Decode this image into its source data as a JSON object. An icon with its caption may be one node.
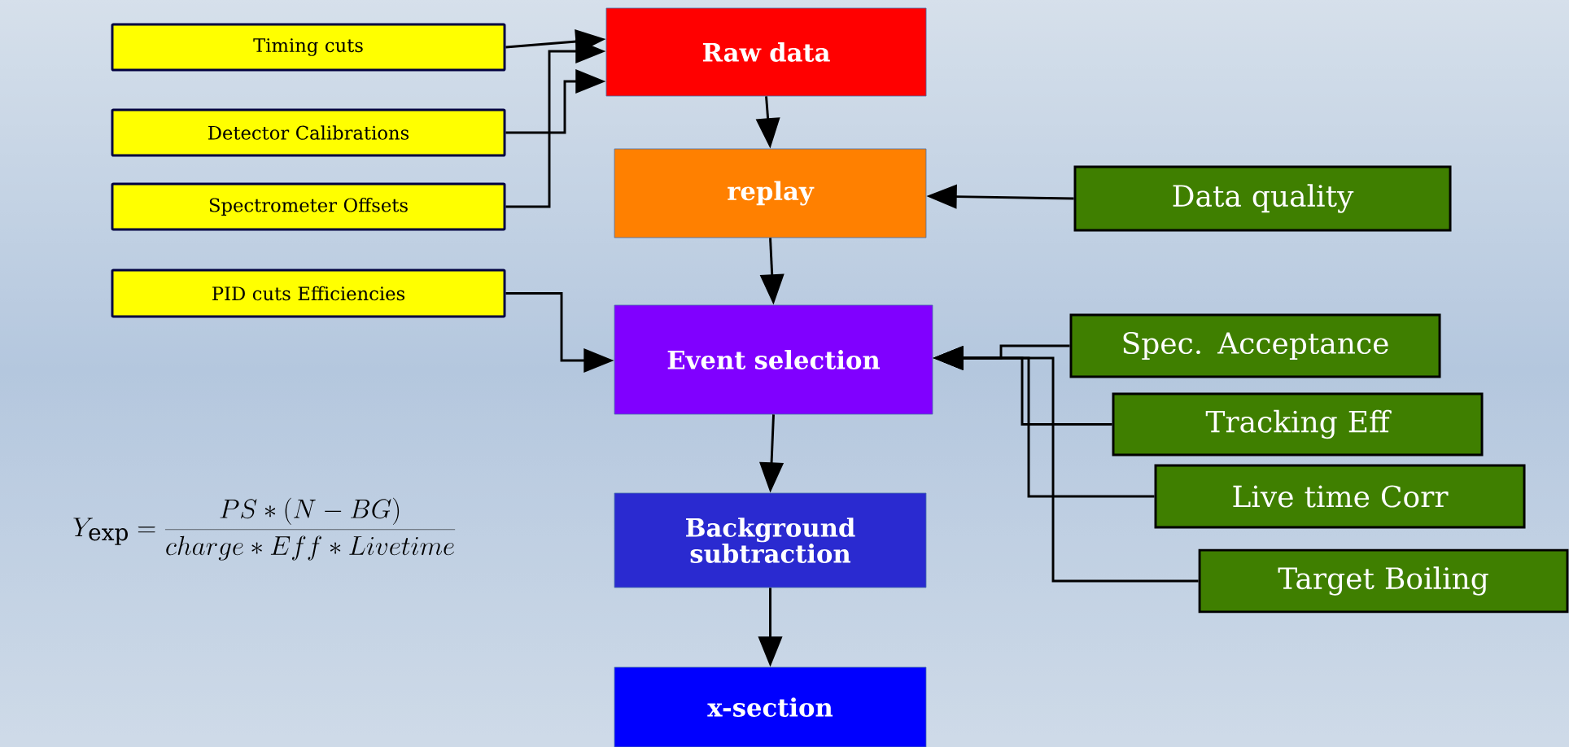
{
  "diagram": {
    "nodes": [
      {
        "text": [
          "Timing cuts"
        ]
      },
      {
        "text": [
          "Detector Calibrations"
        ]
      },
      {
        "text": [
          "Spectrometer Offsets"
        ]
      },
      {
        "text": [
          "PID cuts Efficiencies"
        ]
      },
      {
        "text": [
          "Raw data"
        ]
      },
      {
        "text": [
          "replay"
        ]
      },
      {
        "text": [
          "Event selection"
        ]
      },
      {
        "text": [
          "Background subtraction"
        ]
      },
      {
        "text": [
          "x-section"
        ]
      },
      {
        "text": [
          "Data quality"
        ]
      },
      {
        "text": [
          "Spec. Acceptance"
        ]
      },
      {
        "text": [
          "Tracking Eff"
        ]
      },
      {
        "text": [
          "Live time Corr"
        ]
      },
      {
        "text": [
          "Target Boiling"
        ]
      }
    ],
    "edges": [
      {
        "from": 0,
        "to": 4,
        "arrow": "to"
      },
      {
        "from": 1,
        "to": 4,
        "arrow": "to"
      },
      {
        "from": 2,
        "to": 4,
        "arrow": "to"
      },
      {
        "from": 3,
        "to": 6,
        "arrow": "to"
      },
      {
        "from": 4,
        "to": 5,
        "arrow": "to"
      },
      {
        "from": 5,
        "to": 6,
        "arrow": "to"
      },
      {
        "from": 6,
        "to": 7,
        "arrow": "to"
      },
      {
        "from": 7,
        "to": 8,
        "arrow": "to"
      },
      {
        "from": 9,
        "to": 5,
        "arrow": "to"
      },
      {
        "from": 10,
        "to": 6,
        "arrow": "to"
      },
      {
        "from": 11,
        "to": 6,
        "arrow": "to"
      },
      {
        "from": 12,
        "to": 6,
        "arrow": "to"
      },
      {
        "from": 13,
        "to": 6,
        "arrow": "to"
      }
    ],
    "labels": [
      "Y_{\\mathrm{exp}}=\\frac{PS*\\left(N-BG\\right)}{charge*Eff*Livetime}"
    ]
  }
}
